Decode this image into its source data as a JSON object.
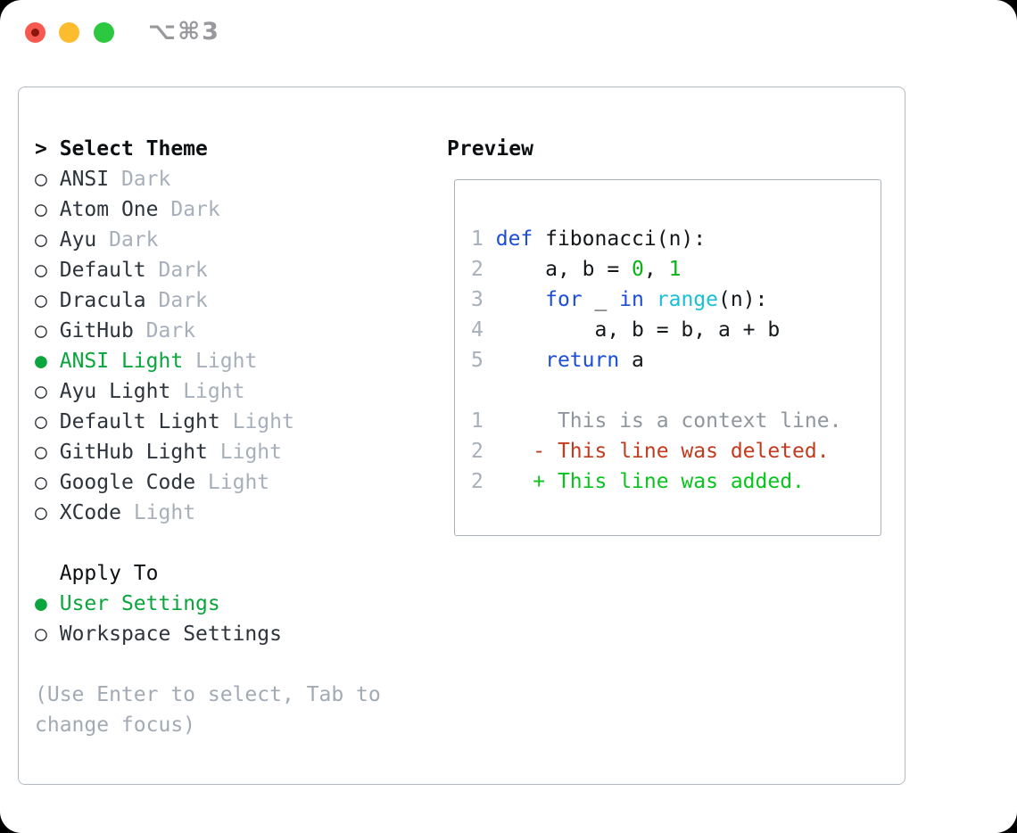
{
  "window": {
    "titlebar_shortcut": "⌥⌘3",
    "traffic_lights": [
      {
        "name": "close-button",
        "color_key": "tl-red",
        "has_unsaved_dot": true
      },
      {
        "name": "minimize-button",
        "color_key": "tl-yellow",
        "has_unsaved_dot": false
      },
      {
        "name": "zoom-button",
        "color_key": "tl-green",
        "has_unsaved_dot": false
      }
    ]
  },
  "theme_panel": {
    "header": {
      "prompt": ">",
      "label": "Select Theme"
    },
    "items": [
      {
        "name": "ANSI",
        "variant": "Dark",
        "selected": false,
        "slug": "ansi-dark"
      },
      {
        "name": "Atom One",
        "variant": "Dark",
        "selected": false,
        "slug": "atom-one-dark"
      },
      {
        "name": "Ayu",
        "variant": "Dark",
        "selected": false,
        "slug": "ayu-dark"
      },
      {
        "name": "Default",
        "variant": "Dark",
        "selected": false,
        "slug": "default-dark"
      },
      {
        "name": "Dracula",
        "variant": "Dark",
        "selected": false,
        "slug": "dracula-dark"
      },
      {
        "name": "GitHub",
        "variant": "Dark",
        "selected": false,
        "slug": "github-dark"
      },
      {
        "name": "ANSI Light",
        "variant": "Light",
        "selected": true,
        "slug": "ansi-light"
      },
      {
        "name": "Ayu Light",
        "variant": "Light",
        "selected": false,
        "slug": "ayu-light"
      },
      {
        "name": "Default Light",
        "variant": "Light",
        "selected": false,
        "slug": "default-light"
      },
      {
        "name": "GitHub Light",
        "variant": "Light",
        "selected": false,
        "slug": "github-light"
      },
      {
        "name": "Google Code",
        "variant": "Light",
        "selected": false,
        "slug": "google-code"
      },
      {
        "name": "XCode",
        "variant": "Light",
        "selected": false,
        "slug": "xcode"
      }
    ],
    "bullets": {
      "selected": "●",
      "unselected": "○"
    },
    "apply_to": {
      "label": "Apply To",
      "options": [
        {
          "name": "User Settings",
          "selected": true,
          "slug": "user-settings"
        },
        {
          "name": "Workspace Settings",
          "selected": false,
          "slug": "workspace-settings"
        }
      ]
    },
    "help_lines": [
      "(Use Enter to select, Tab to",
      "change focus)"
    ]
  },
  "preview": {
    "title": "Preview",
    "lines": [
      {
        "num": "1",
        "tokens": [
          {
            "c": "kw",
            "t": "def"
          },
          {
            "c": "plain",
            "t": " fibonacci(n):"
          }
        ]
      },
      {
        "num": "2",
        "tokens": [
          {
            "c": "plain",
            "t": "    a, b = "
          },
          {
            "c": "num",
            "t": "0"
          },
          {
            "c": "plain",
            "t": ", "
          },
          {
            "c": "num",
            "t": "1"
          }
        ]
      },
      {
        "num": "3",
        "tokens": [
          {
            "c": "plain",
            "t": "    "
          },
          {
            "c": "kw",
            "t": "for"
          },
          {
            "c": "plain",
            "t": " _ "
          },
          {
            "c": "kw",
            "t": "in"
          },
          {
            "c": "plain",
            "t": " "
          },
          {
            "c": "fn",
            "t": "range"
          },
          {
            "c": "plain",
            "t": "(n):"
          }
        ]
      },
      {
        "num": "4",
        "tokens": [
          {
            "c": "plain",
            "t": "        a, b = b, a + b"
          }
        ]
      },
      {
        "num": "5",
        "tokens": [
          {
            "c": "plain",
            "t": "    "
          },
          {
            "c": "kw",
            "t": "return"
          },
          {
            "c": "plain",
            "t": " a"
          }
        ]
      },
      {
        "num": "",
        "tokens": []
      },
      {
        "num": "1",
        "tokens": [
          {
            "c": "ctx",
            "t": "     This is a context line."
          }
        ]
      },
      {
        "num": "2",
        "tokens": [
          {
            "c": "del",
            "t": "   - This line was deleted."
          }
        ]
      },
      {
        "num": "2",
        "tokens": [
          {
            "c": "add",
            "t": "   + This line was added."
          }
        ]
      }
    ]
  },
  "colors": {
    "tl-red": "#f5594f",
    "tl-red-dot": "#8c150c",
    "tl-yellow": "#fdbc2e",
    "tl-green": "#2bc840",
    "shortcut": "#98989d",
    "panel-border": "#b3b9c0",
    "box-border": "#abb1b8",
    "ink": "#14171a",
    "text": "#2e343b",
    "header": "#0d1013",
    "muted": "#a7b0ba",
    "ctx": "#8f969d",
    "help": "#a2aab4",
    "green-sel": "#0aa53c",
    "green-add": "#0ac41e",
    "green-num": "#08b414",
    "blue": "#1b4dd7",
    "cyan": "#17c0d8",
    "red": "#c33a1d"
  }
}
